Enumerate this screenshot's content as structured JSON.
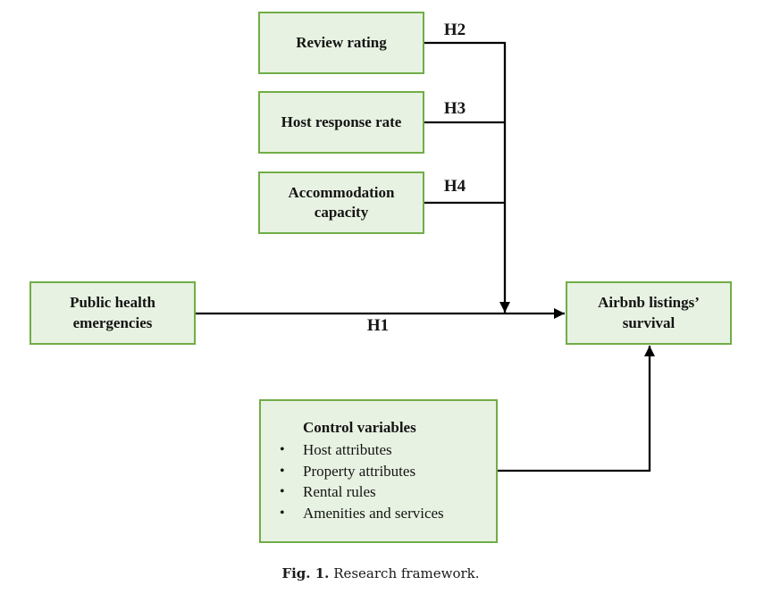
{
  "figure": {
    "boxes": {
      "review_rating": {
        "label": "Review rating"
      },
      "host_response_rate": {
        "label": "Host response rate"
      },
      "accommodation_capacity": {
        "label": "Accommodation capacity"
      },
      "public_health_emergencies": {
        "label": "Public health emergencies"
      },
      "airbnb_listings_survival": {
        "label": "Airbnb listings’ survival"
      },
      "control_variables": {
        "title": "Control variables",
        "items": [
          "Host attributes",
          "Property attributes",
          "Rental rules",
          "Amenities and services"
        ]
      }
    },
    "hypothesis_labels": {
      "h1": "H1",
      "h2": "H2",
      "h3": "H3",
      "h4": "H4"
    },
    "caption": {
      "label": "Fig. 1.",
      "text": "Research framework."
    },
    "colors": {
      "box_fill": "#e8f2e2",
      "box_border": "#70ad47",
      "line_color": "#000000"
    }
  }
}
